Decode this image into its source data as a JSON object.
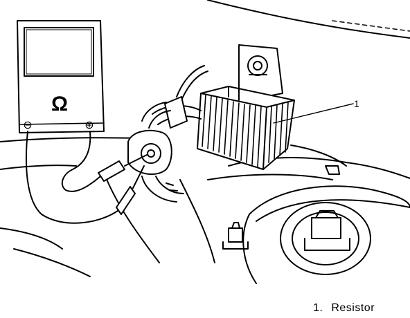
{
  "meter": {
    "symbol": "Ω",
    "negative_terminal": "⊖",
    "positive_terminal": "⊕"
  },
  "callout": {
    "number": "1"
  },
  "legend": {
    "number": "1.",
    "label": "Resistor"
  }
}
